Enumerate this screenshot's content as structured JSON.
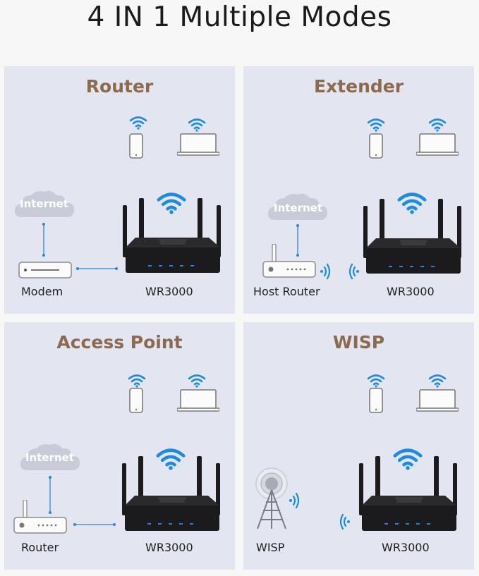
{
  "headline": "4 IN 1 Multiple Modes",
  "colors": {
    "panel_bg": "#e3e6f0",
    "title_brown": "#8b6a50",
    "wifi_blue": "#1e8be0",
    "line_blue": "#2a86d6",
    "router_black": "#1b1b1d",
    "cloud": "#c7ccd8"
  },
  "icons": [
    "wifi-icon",
    "phone-icon",
    "laptop-icon",
    "cloud-icon",
    "modem-icon",
    "router-icon",
    "tower-icon",
    "signal-waves-icon"
  ],
  "panels": [
    {
      "title": "Router",
      "cloud_label": "Internet",
      "left_label": "Modem",
      "device_label": "WR3000"
    },
    {
      "title": "Extender",
      "cloud_label": "Internet",
      "left_label": "Host Router",
      "device_label": "WR3000"
    },
    {
      "title": "Access Point",
      "cloud_label": "Internet",
      "left_label": "Router",
      "device_label": "WR3000"
    },
    {
      "title": "WISP",
      "left_label": "WISP",
      "device_label": "WR3000"
    }
  ]
}
